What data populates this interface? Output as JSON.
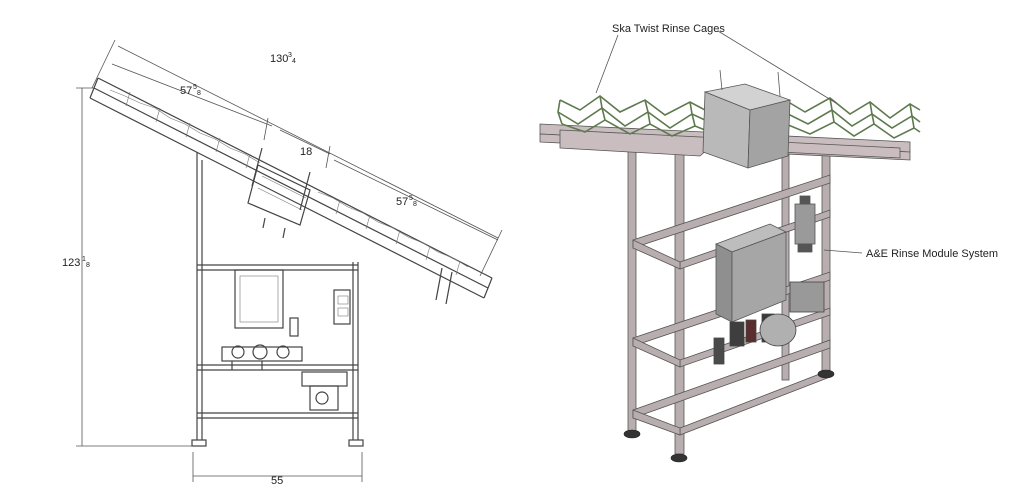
{
  "drawing": {
    "dimensions": {
      "overall_length": {
        "whole": "130",
        "num": "3",
        "den": "4"
      },
      "cage_left": {
        "whole": "57",
        "num": "5",
        "den": "8"
      },
      "cage_gap": "18",
      "cage_right": {
        "whole": "57",
        "num": "5",
        "den": "8"
      },
      "height": {
        "whole": "123",
        "num": "1",
        "den": "8"
      },
      "base_width": "55"
    },
    "callouts": {
      "cages": "Ska Twist Rinse Cages",
      "module": "A&E Rinse Module System"
    },
    "colors": {
      "line": "#444444",
      "cage_green": "#5e7a4e",
      "frame_metal": "#b8aeb0",
      "enclosure": "#9c9c9c"
    }
  }
}
